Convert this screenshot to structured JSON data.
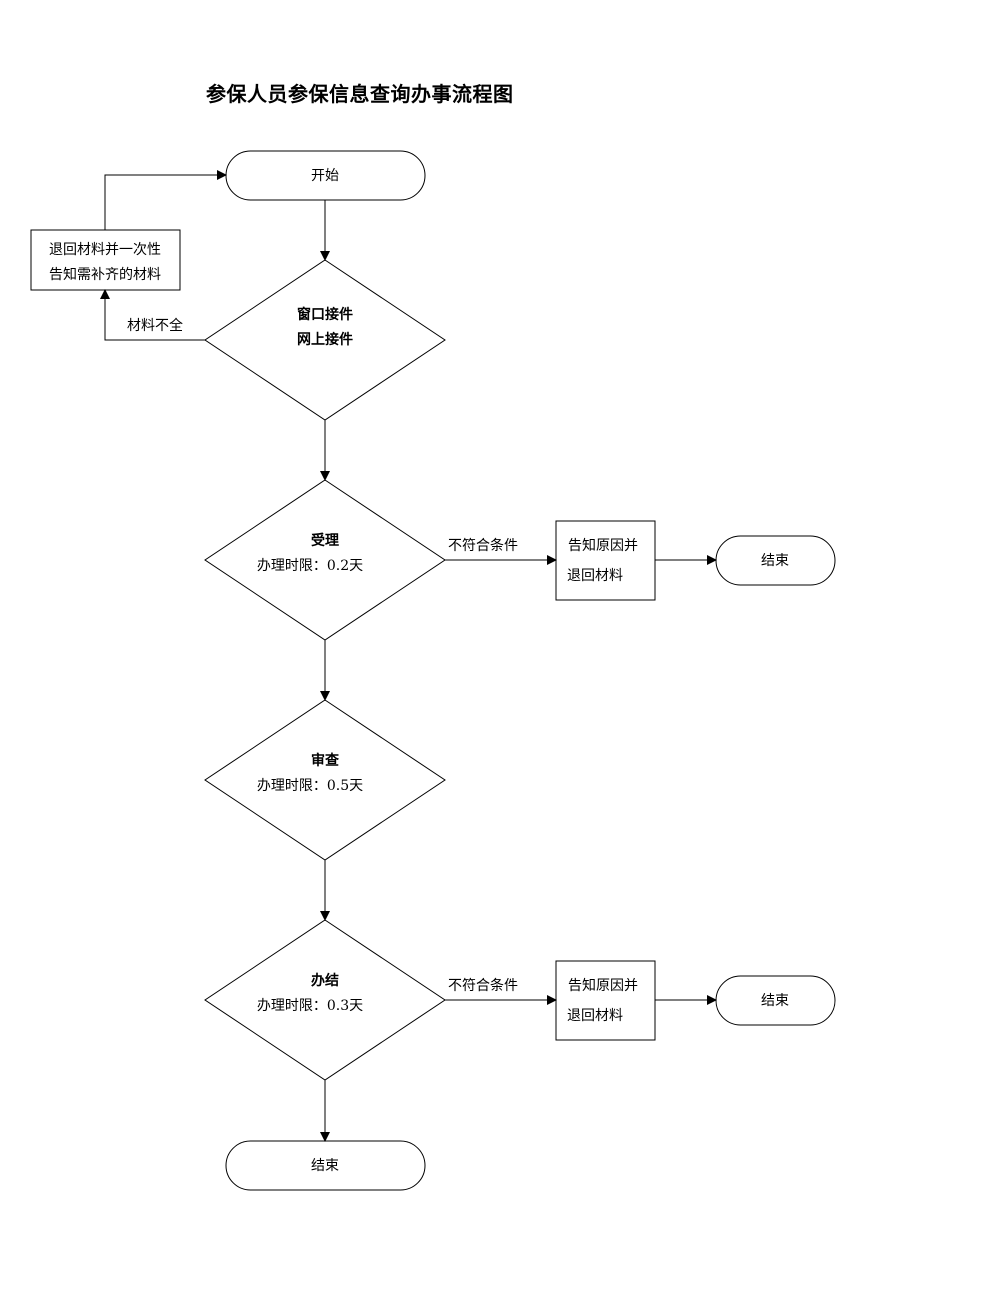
{
  "title": "参保人员参保信息查询办事流程图",
  "nodes": {
    "start": "开始",
    "return_box": [
      "退回材料并一次性",
      "告知需补齐的材料"
    ],
    "intake": [
      "窗口接件",
      "网上接件"
    ],
    "accept": {
      "name": "受理",
      "limit": "办理时限：0.2天"
    },
    "review": {
      "name": "审查",
      "limit": "办理时限：0.5天"
    },
    "complete": {
      "name": "办结",
      "limit": "办理时限：0.3天"
    },
    "reject_box_1": [
      "告知原因并",
      "退回材料"
    ],
    "reject_box_2": [
      "告知原因并",
      "退回材料"
    ],
    "end_1": "结束",
    "end_2": "结束",
    "end_final": "结束"
  },
  "edges": {
    "incomplete": "材料不全",
    "not_meet_1": "不符合条件",
    "not_meet_2": "不符合条件"
  },
  "colors": {
    "stroke": "#000000",
    "background": "#ffffff"
  }
}
